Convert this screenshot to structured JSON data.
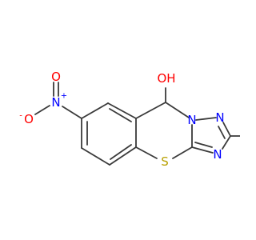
{
  "molecule": {
    "atoms": {
      "oh": "OH",
      "n_nitro": "N",
      "n_nitro_charge": "+",
      "o_nitro_top": "O",
      "o_nitro_left": "O",
      "o_nitro_left_charge": "-",
      "n_ring_top": "N",
      "n_ring_upper_right": "N",
      "n_ring_lower": "N",
      "s": "S"
    },
    "colors": {
      "bond": "#3a3a3a",
      "oxygen": "#ff0000",
      "nitrogen": "#0000ff",
      "sulfur": "#b8a000"
    }
  }
}
